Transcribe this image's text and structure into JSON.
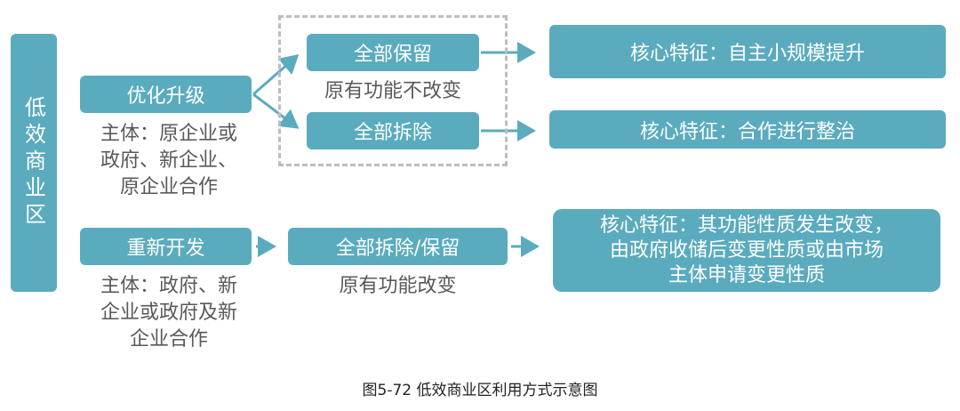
{
  "left_label": "低效商业区",
  "upgrade": {
    "label": "优化升级",
    "subject": [
      "主体：原企业或",
      "政府、新企业、",
      "原企业合作"
    ]
  },
  "retain": {
    "label": "全部保留",
    "note": "原有功能不改变",
    "feature": "核心特征：自主小规模提升"
  },
  "demolish": {
    "label": "全部拆除",
    "feature": "核心特征：合作进行整治"
  },
  "redevelop": {
    "label": "重新开发",
    "subject": [
      "主体：政府、新",
      "企业或政府及新",
      "企业合作"
    ],
    "action": "全部拆除/保留",
    "note": "原有功能改变",
    "feature": [
      "核心特征：其功能性质发生改变，",
      "由政府收储后变更性质或由市场",
      "主体申请变更性质"
    ]
  },
  "caption": "图5-72 低效商业区利用方式示意图",
  "colors": {
    "box": "#5aabbe",
    "text": "#595959",
    "dash": "#bdbdbd"
  }
}
